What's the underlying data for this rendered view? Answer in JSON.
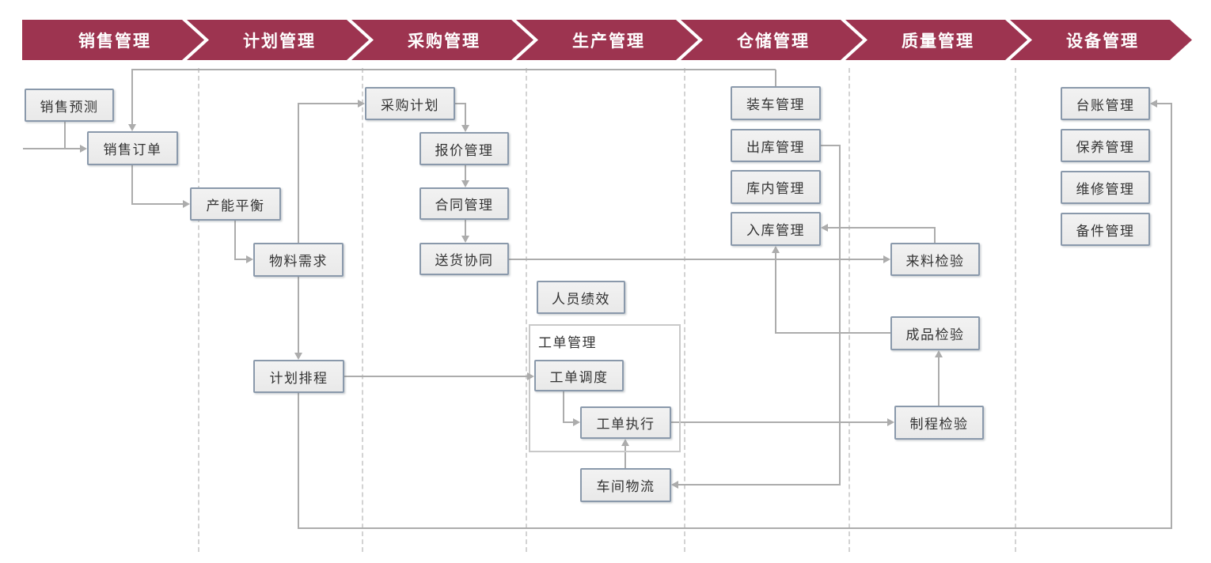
{
  "colors": {
    "chevron": "#9D3450",
    "connector_line": "#ACACAC",
    "box_border": "#8A99AB",
    "box_fill": "#EEEEEE",
    "column_separator": "#D3D3D3",
    "group_border": "#C9C9C9",
    "text": "#333333"
  },
  "header": {
    "chevrons": [
      {
        "id": "sales",
        "label": "销售管理"
      },
      {
        "id": "plan",
        "label": "计划管理"
      },
      {
        "id": "purchase",
        "label": "采购管理"
      },
      {
        "id": "production",
        "label": "生产管理"
      },
      {
        "id": "warehouse",
        "label": "仓储管理"
      },
      {
        "id": "quality",
        "label": "质量管理"
      },
      {
        "id": "equipment",
        "label": "设备管理"
      }
    ]
  },
  "nodes": {
    "sales_forecast": {
      "label": "销售预测",
      "column": "销售管理"
    },
    "sales_order": {
      "label": "销售订单",
      "column": "销售管理"
    },
    "capacity_balance": {
      "label": "产能平衡",
      "column": "计划管理"
    },
    "material_demand": {
      "label": "物料需求",
      "column": "计划管理"
    },
    "plan_schedule": {
      "label": "计划排程",
      "column": "计划管理"
    },
    "purchase_plan": {
      "label": "采购计划",
      "column": "采购管理"
    },
    "quotation_mgmt": {
      "label": "报价管理",
      "column": "采购管理"
    },
    "contract_mgmt": {
      "label": "合同管理",
      "column": "采购管理"
    },
    "delivery_collab": {
      "label": "送货协同",
      "column": "采购管理"
    },
    "personnel_perf": {
      "label": "人员绩效",
      "column": "生产管理"
    },
    "wo_dispatch": {
      "label": "工单调度",
      "column": "生产管理"
    },
    "wo_execute": {
      "label": "工单执行",
      "column": "生产管理"
    },
    "shop_logistics": {
      "label": "车间物流",
      "column": "生产管理"
    },
    "loading_mgmt": {
      "label": "装车管理",
      "column": "仓储管理"
    },
    "outbound_mgmt": {
      "label": "出库管理",
      "column": "仓储管理"
    },
    "inwarehouse_mgmt": {
      "label": "库内管理",
      "column": "仓储管理"
    },
    "inbound_mgmt": {
      "label": "入库管理",
      "column": "仓储管理"
    },
    "incoming_inspect": {
      "label": "来料检验",
      "column": "质量管理"
    },
    "finished_inspect": {
      "label": "成品检验",
      "column": "质量管理"
    },
    "process_inspect": {
      "label": "制程检验",
      "column": "质量管理"
    },
    "ledger_mgmt": {
      "label": "台账管理",
      "column": "设备管理"
    },
    "maintenance_mgmt": {
      "label": "保养管理",
      "column": "设备管理"
    },
    "repair_mgmt": {
      "label": "维修管理",
      "column": "设备管理"
    },
    "spareparts_mgmt": {
      "label": "备件管理",
      "column": "设备管理"
    }
  },
  "groups": {
    "work_order": {
      "label": "工单管理"
    }
  },
  "edges": [
    {
      "from": "external-input",
      "to": "sales_order"
    },
    {
      "from": "sales_forecast",
      "to": "sales_order"
    },
    {
      "from": "loading_mgmt",
      "to": "sales_order"
    },
    {
      "from": "sales_order",
      "to": "capacity_balance"
    },
    {
      "from": "capacity_balance",
      "to": "material_demand"
    },
    {
      "from": "material_demand",
      "to": "purchase_plan"
    },
    {
      "from": "material_demand",
      "to": "plan_schedule"
    },
    {
      "from": "purchase_plan",
      "to": "quotation_mgmt"
    },
    {
      "from": "quotation_mgmt",
      "to": "contract_mgmt"
    },
    {
      "from": "contract_mgmt",
      "to": "delivery_collab"
    },
    {
      "from": "delivery_collab",
      "to": "incoming_inspect"
    },
    {
      "from": "incoming_inspect",
      "to": "inbound_mgmt"
    },
    {
      "from": "finished_inspect",
      "to": "inbound_mgmt"
    },
    {
      "from": "process_inspect",
      "to": "finished_inspect"
    },
    {
      "from": "wo_execute",
      "to": "process_inspect"
    },
    {
      "from": "outbound_mgmt",
      "to": "shop_logistics"
    },
    {
      "from": "shop_logistics",
      "to": "wo_execute"
    },
    {
      "from": "plan_schedule",
      "to": "wo_dispatch"
    },
    {
      "from": "wo_dispatch",
      "to": "wo_execute"
    },
    {
      "from": "plan_schedule",
      "to": "ledger_mgmt"
    }
  ]
}
